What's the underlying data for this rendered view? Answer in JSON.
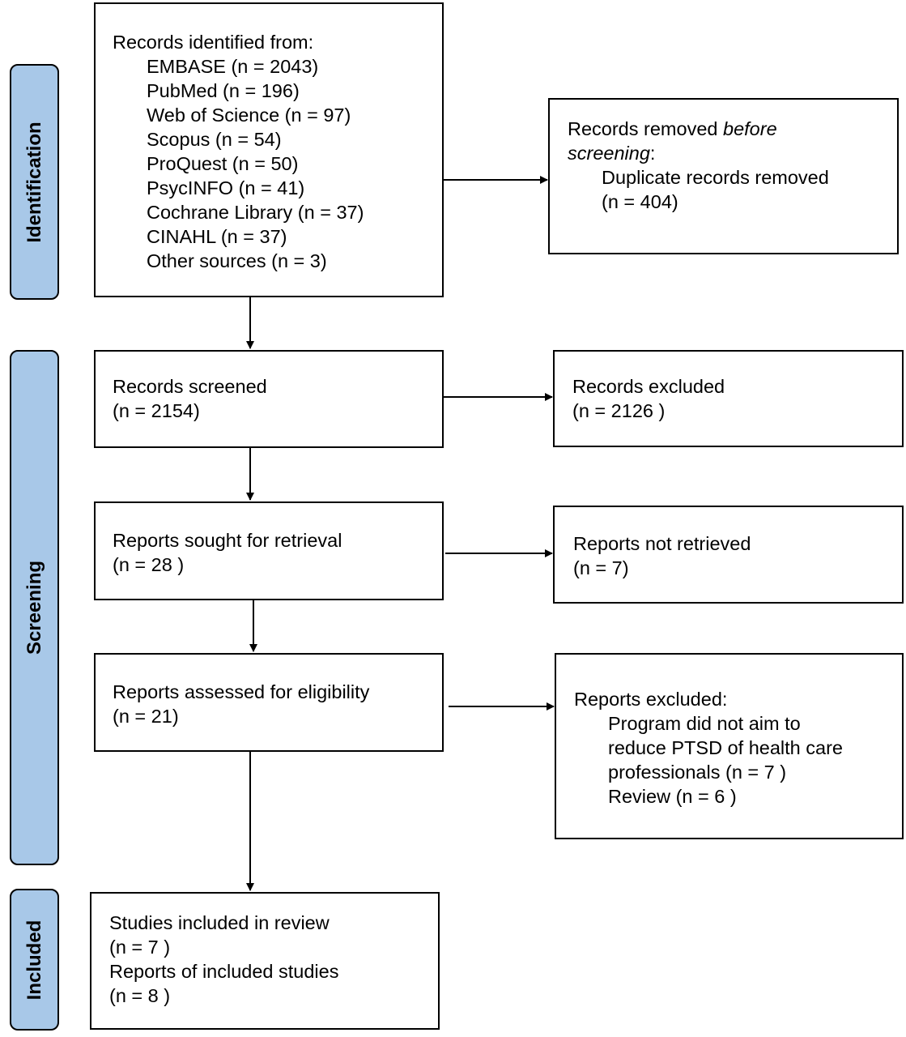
{
  "stages": {
    "identification": "Identification",
    "screening": "Screening",
    "included": "Included"
  },
  "identified": {
    "heading": "Records identified from:",
    "sources": [
      "EMBASE (n = 2043)",
      "PubMed (n = 196)",
      "Web of Science (n = 97)",
      "Scopus (n = 54)",
      "ProQuest (n = 50)",
      "PsycINFO (n = 41)",
      "Cochrane Library (n = 37)",
      "CINAHL (n = 37)",
      "Other sources (n = 3)"
    ]
  },
  "removed": {
    "heading_plain": "Records removed ",
    "heading_italic_1": "before",
    "heading_italic_2": "screening",
    "heading_colon": ":",
    "item": "Duplicate records removed",
    "count": "(n = 404)"
  },
  "screened": {
    "label": "Records screened",
    "count": "(n = 2154)"
  },
  "excluded": {
    "label": "Records excluded",
    "count": "(n = 2126 )"
  },
  "sought": {
    "label": "Reports sought for retrieval",
    "count": "(n = 28 )"
  },
  "not_retrieved": {
    "label": "Reports not retrieved",
    "count": "(n = 7)"
  },
  "assessed": {
    "label": "Reports assessed for eligibility",
    "count": "(n = 21)"
  },
  "reports_excluded": {
    "heading": "Reports excluded:",
    "reasons": [
      "Program did not aim to",
      "reduce PTSD of health care",
      "professionals (n = 7 )",
      "Review (n = 6 )"
    ]
  },
  "included": {
    "studies_label": "Studies included in review",
    "studies_count": "(n = 7 )",
    "reports_label": "Reports of included studies",
    "reports_count": "(n = 8 )"
  },
  "colors": {
    "stage_fill": "#a8c8e8",
    "stroke": "#000000"
  }
}
